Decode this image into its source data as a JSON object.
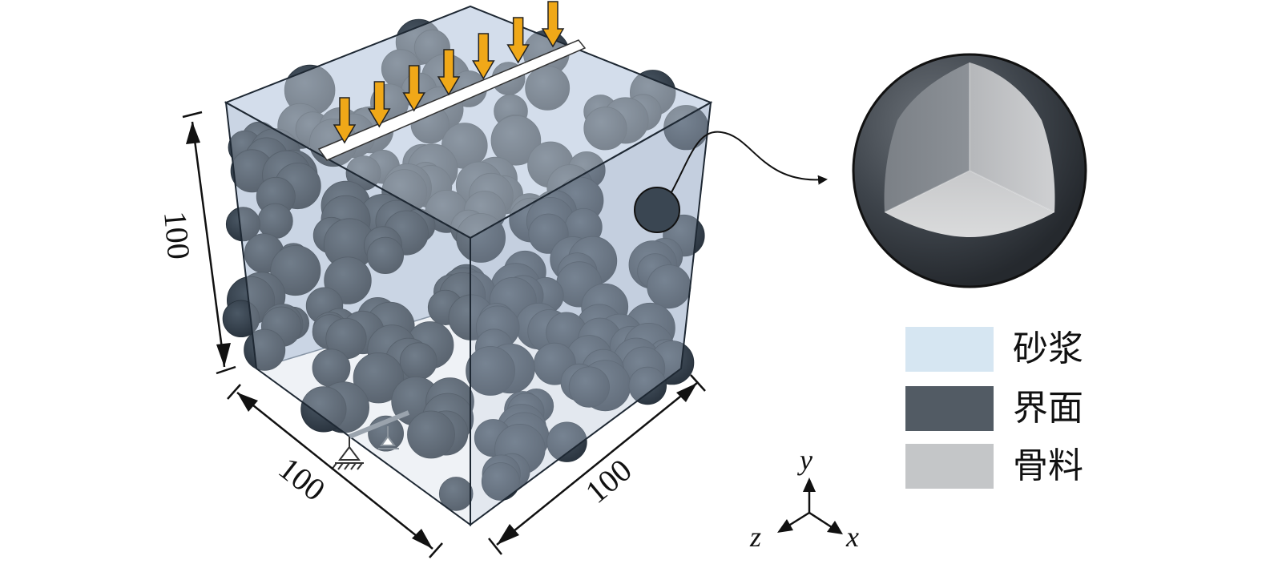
{
  "dimensions": {
    "height_label": "100",
    "depth_label": "100",
    "width_label": "100"
  },
  "axes": {
    "y": "y",
    "z": "z",
    "x": "x"
  },
  "legend": [
    {
      "label": "砂浆",
      "color": "#d6e6f2"
    },
    {
      "label": "界面",
      "color": "#525b64"
    },
    {
      "label": "骨料",
      "color": "#c4c6c8"
    }
  ],
  "colors": {
    "aggregate": "#37434f",
    "arrow": "#f0a818",
    "cube_front": "#c9d3e2",
    "cube_top": "#dde6f1"
  },
  "icons": {
    "load": "load-arrow-icon",
    "support": "pin-support-icon",
    "zoom": "zoom-callout-icon"
  }
}
